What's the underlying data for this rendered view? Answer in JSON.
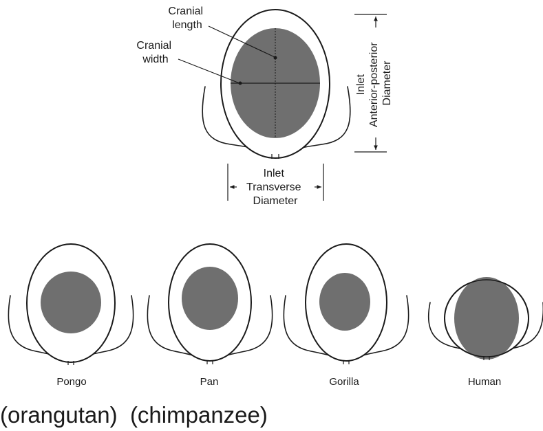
{
  "labels": {
    "cranial_length": [
      "Cranial",
      "length"
    ],
    "cranial_width": [
      "Cranial",
      "width"
    ],
    "inlet_ap": [
      "Inlet",
      "Anterior-posterior",
      "Diameter"
    ],
    "inlet_transverse": [
      "Inlet",
      "Transverse",
      "Diameter"
    ]
  },
  "species": [
    {
      "name": "Pongo"
    },
    {
      "name": "Pan"
    },
    {
      "name": "Gorilla"
    },
    {
      "name": "Human"
    }
  ],
  "caption": "(orangutan)  (chimpanzee)",
  "colors": {
    "head": "#6f6f6f",
    "outline": "#1a1a1a",
    "background": "#ffffff"
  }
}
